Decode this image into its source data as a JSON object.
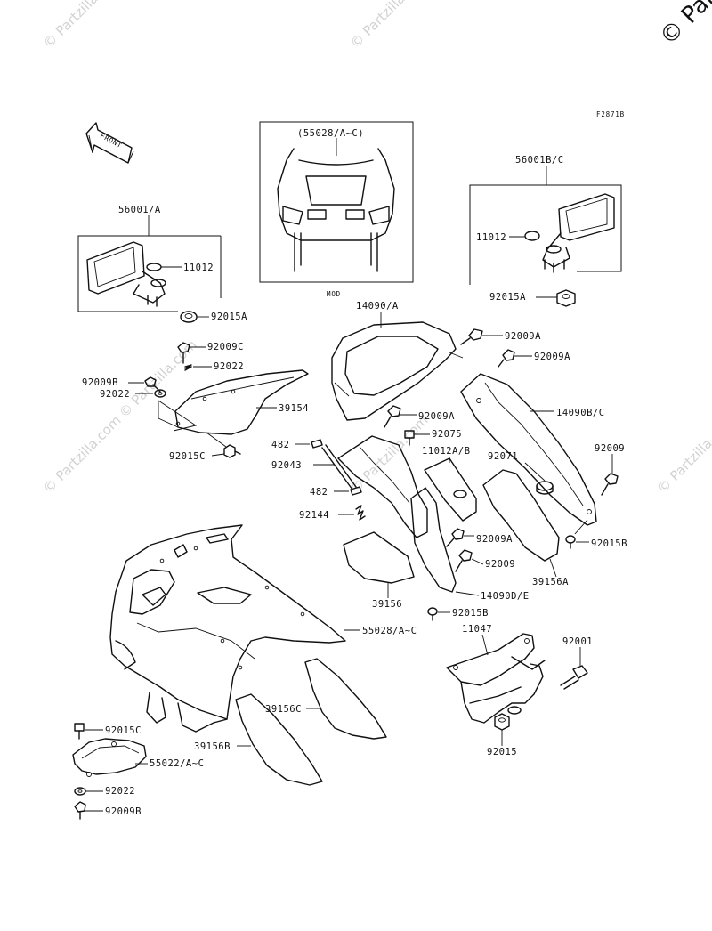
{
  "watermark": {
    "brand_text": "© Partzilla.com",
    "corner_text": "© Parts"
  },
  "diagram": {
    "figure_code": "F2871B",
    "front_arrow": "FRONT",
    "mod_label": "MOD",
    "callouts": {
      "c55028_box": "(55028/A~C)",
      "c56001a": "56001/A",
      "c11012_left": "11012",
      "c92015a_left": "92015A",
      "c56001bc": "56001B/C",
      "c11012_right": "11012",
      "c92015a_right": "92015A",
      "c14090a": "14090/A",
      "c92009a_1": "92009A",
      "c92009a_2": "92009A",
      "c92009c": "92009C",
      "c92022_1": "92022",
      "c92009b_1": "92009B",
      "c92022_2": "92022",
      "c39154": "39154",
      "c92015c_1": "92015C",
      "c92009a_3": "92009A",
      "c14090bc": "14090B/C",
      "c92075": "92075",
      "c482_1": "482",
      "c92043": "92043",
      "c11012ab": "11012A/B",
      "c92071": "92071",
      "c92009_1": "92009",
      "c482_2": "482",
      "c92144": "92144",
      "c92009a_4": "92009A",
      "c92015b_1": "92015B",
      "c92009_2": "92009",
      "c39156a": "39156A",
      "c39156": "39156",
      "c14090de": "14090D/E",
      "c92015b_2": "92015B",
      "c55028ac": "55028/A~C",
      "c11047": "11047",
      "c92001": "92001",
      "c39156c": "39156C",
      "c92015c_2": "92015C",
      "c39156b": "39156B",
      "c55022ac": "55022/A~C",
      "c92015": "92015",
      "c92022_3": "92022",
      "c92009b_2": "92009B"
    }
  },
  "colors": {
    "ink": "#111111",
    "watermark": "#d2d2d2",
    "background": "#ffffff"
  }
}
